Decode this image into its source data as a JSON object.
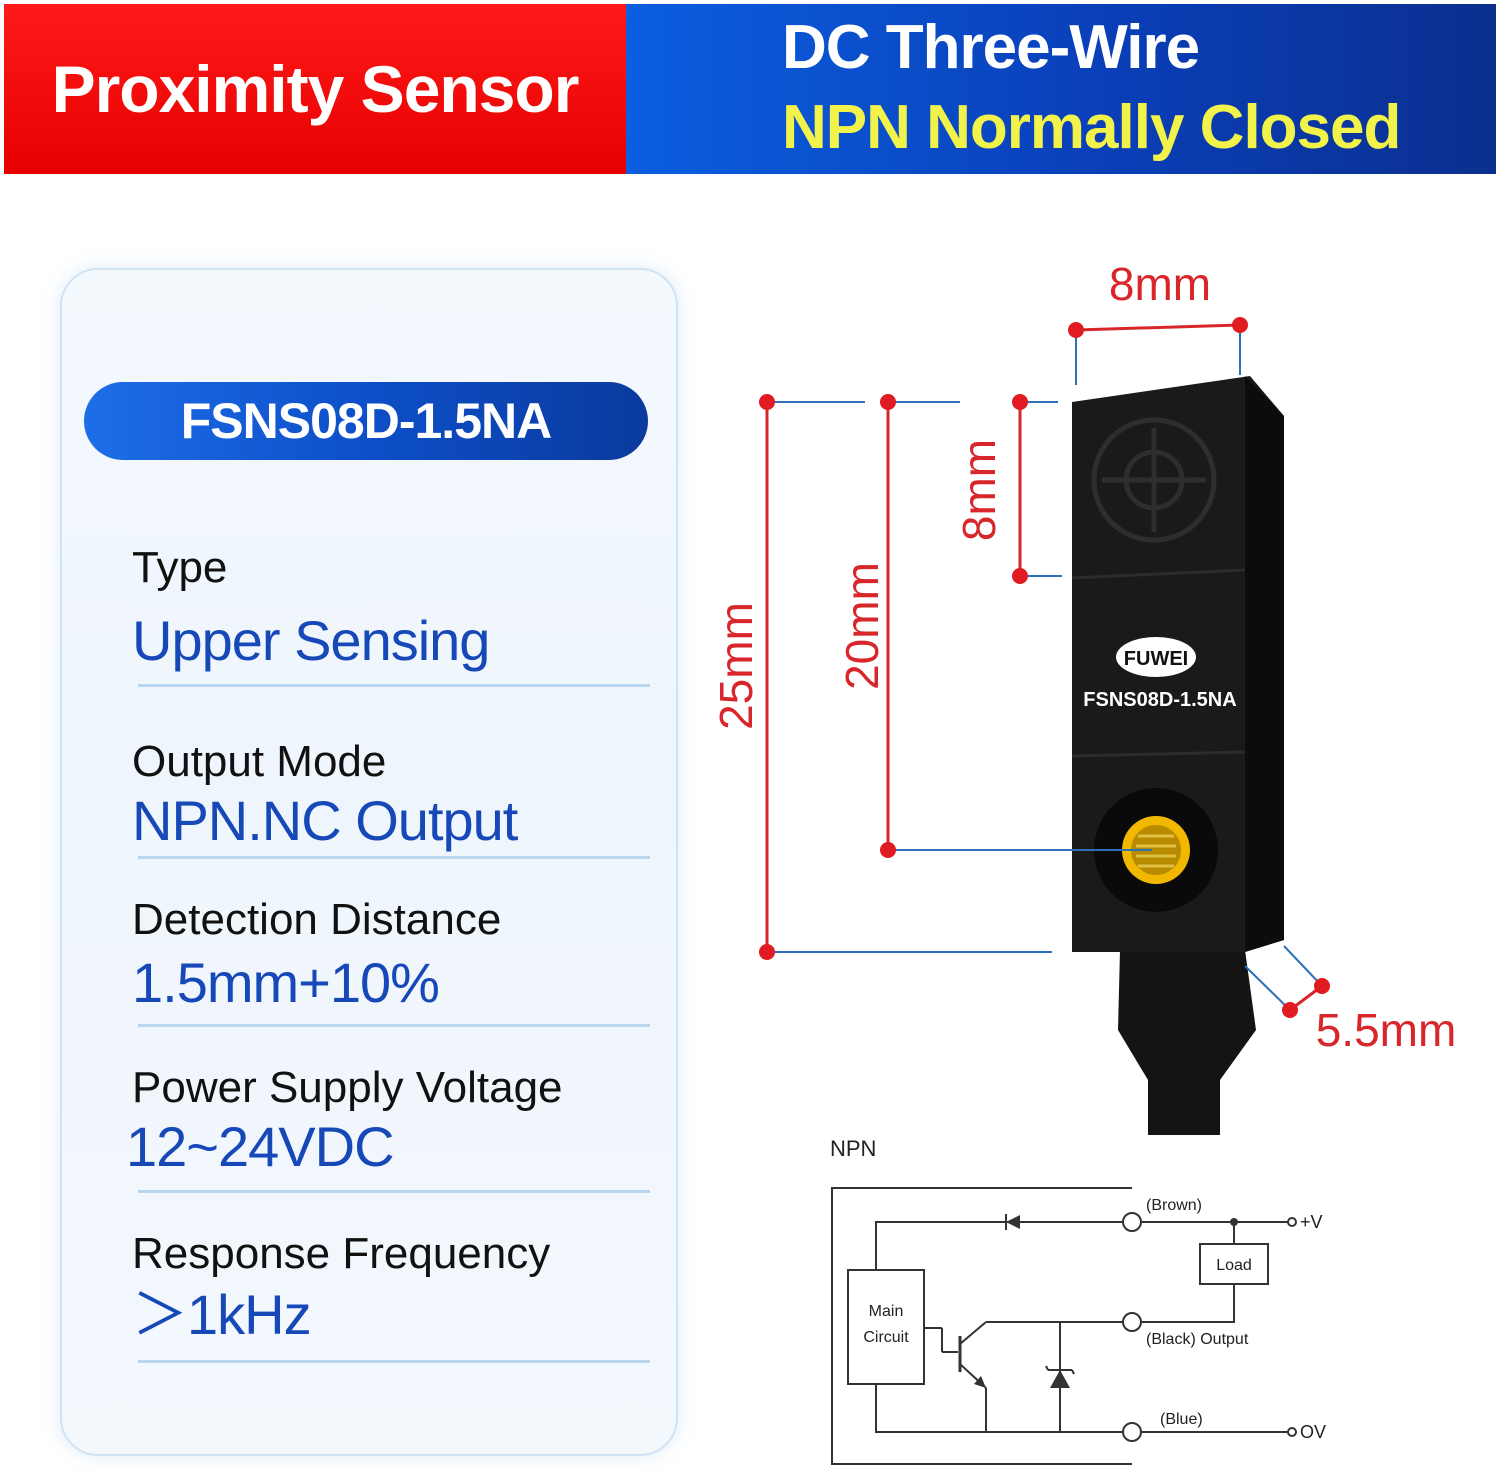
{
  "header": {
    "left_title": "Proximity Sensor",
    "right_line1": "DC Three-Wire",
    "right_line2": "NPN Normally Closed"
  },
  "card": {
    "model": "FSNS08D-1.5NA",
    "specs": [
      {
        "label": "Type",
        "value": "Upper Sensing"
      },
      {
        "label": "Output Mode",
        "value": "NPN.NC Output"
      },
      {
        "label": "Detection Distance",
        "value": "1.5mm+10%"
      },
      {
        "label": "Power Supply Voltage",
        "value": "12~24VDC"
      },
      {
        "label": "Response Frequency",
        "value": "＞1kHz"
      }
    ]
  },
  "sensor": {
    "brand": "FUWEI",
    "model_print": "FSNS08D-1.5NA",
    "dimensions": {
      "width_top": "8mm",
      "head_height": "8mm",
      "total_length": "25mm",
      "hole_distance": "20mm",
      "thickness": "5.5mm"
    }
  },
  "circuit": {
    "title": "NPN",
    "main_circuit_line1": "Main",
    "main_circuit_line2": "Circuit",
    "brown": "(Brown)",
    "black_output": "(Black) Output",
    "blue": "(Blue)",
    "load": "Load",
    "plus_v": "+V",
    "zero_v": "OV"
  },
  "colors": {
    "banner_red": "#e60000",
    "banner_blue": "#0a3fb8",
    "banner_yellow": "#f2f34a",
    "value_blue": "#1748b8",
    "dimension_red": "#d8262b"
  }
}
